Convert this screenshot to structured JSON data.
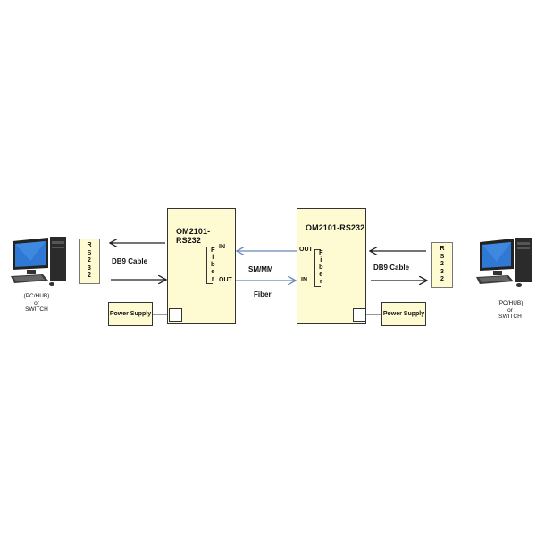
{
  "left_converter": {
    "title": "OM2101-RS232",
    "port_in": "IN",
    "port_out": "OUT",
    "fiber_letters": [
      "F",
      "i",
      "b",
      "e",
      "r"
    ]
  },
  "right_converter": {
    "title": "OM2101-RS232",
    "port_in": "IN",
    "port_out": "OUT",
    "fiber_letters": [
      "F",
      "i",
      "b",
      "e",
      "r"
    ]
  },
  "fiber_link": {
    "mode_label": "SM/MM",
    "media_label": "Fiber"
  },
  "left_side": {
    "rs232_letters": [
      "R",
      "S",
      "2",
      "3",
      "2"
    ],
    "cable_label": "DB9 Cable",
    "power_label": "Power Supply",
    "device_caption": [
      "(PC/HUB)",
      "or",
      "SWITCH"
    ]
  },
  "right_side": {
    "rs232_letters": [
      "R",
      "S",
      "2",
      "3",
      "2"
    ],
    "cable_label": "DB9 Cable",
    "power_label": "Power Supply",
    "device_caption": [
      "(PC/HUB)",
      "or",
      "SWITCH"
    ]
  },
  "colors": {
    "box_fill": "#fefbd2",
    "fiber_arrow": "#6a86b8",
    "cable_arrow": "#222222"
  },
  "icons": {
    "computer": "desktop-computer-icon"
  }
}
